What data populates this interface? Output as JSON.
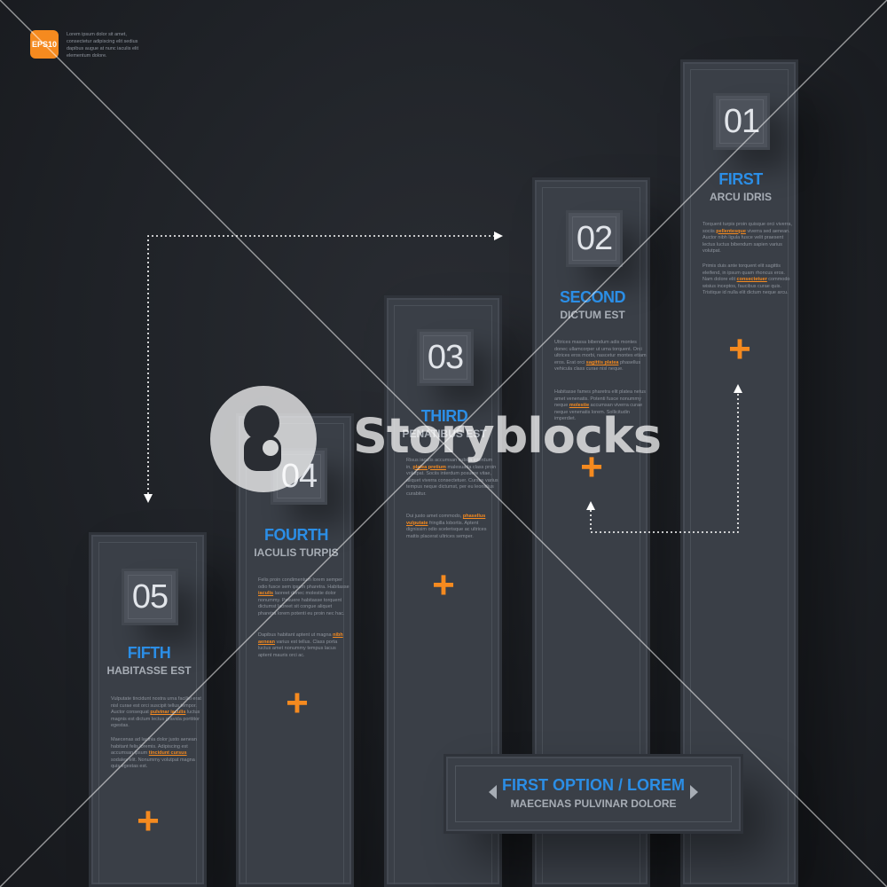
{
  "header": {
    "badge": "EPS10",
    "intro": "Lorem ipsum dolor sit amet, consectetur adipiscing elit sedius dapibus augue at nunc iaculis elit elementum dolore."
  },
  "steps": [
    {
      "number": "01",
      "title": "FIRST",
      "subtitle": "ARCU IDRIS",
      "p1_a": "Torquent turpis proin quisque orci viverra, sociis ",
      "p1_hl": "pellentesque",
      "p1_b": " viverra sed aenean. Auctor nibh ligula fusce velit praesent lectus luctus bibendum sapien varius volutpat.",
      "p2_a": "Primis duis ante torquent elit sagittis eleifend, in ipsum quam rhoncus eros. Nam dolore elit ",
      "p2_hl": "consectetuer",
      "p2_b": " commodo wisius inceptos, faucibus curae quis. Tristique id nulla elit dictum neque arcu."
    },
    {
      "number": "02",
      "title": "SECOND",
      "subtitle": "DICTUM EST",
      "p1_a": "Ultrices massa bibendum adis montes donec ullamcorper ut urna torquent. Orci ultrices eros morbi, nascetur montes etiam eros. Erat orci ",
      "p1_hl": "sagittis platea",
      "p1_b": " phasellus vehicula class curae nisl neque.",
      "p2_a": "Habitasse fames pharetra elit platea netus amet venenatis. Potenti fusce nonummy neque ",
      "p2_hl": "molestie",
      "p2_b": " accumsan viverra curae neque venenatis lorem. Sollicitudin imperdiet."
    },
    {
      "number": "03",
      "title": "THIRD",
      "subtitle": "PENATIBUS EST",
      "p1_a": "Risus iaculis accumsan cubilia interdum in, ",
      "p1_hl": "platea pretium",
      "p1_b": " malesuada class proin volutpat. Sociis interdum posuere vitae, aliquet viverra consectetuer. Cursus varius tempus neque dictumst, per eu leonidius curabitur.",
      "p2_a": "Dui justo amet commodo, ",
      "p2_hl": "phasellus vulputate",
      "p2_b": " fringilla lobortis. Aptent dignissim odio scelerisque ac ultrices mattis placerat ultrices semper."
    },
    {
      "number": "04",
      "title": "FOURTH",
      "subtitle": "IACULIS TURPIS",
      "p1_a": "Felis proin condimentum lorem semper odio fusce sem ipsum pharetra. Habitasse ",
      "p1_hl": "iaculis",
      "p1_b": " laoreet donec molestie dolor nonummy. Posuere habitasse torquent dictumst laoreet sit congue aliquet pharetra lorem potenti eu proin nec hac.",
      "p2_a": "Dapibus habitant aptent ut magna ",
      "p2_hl": "nibh aenean",
      "p2_b": " varius est tellus. Class porta luctus amet nonummy tempus lacus aptent mauris orci ac."
    },
    {
      "number": "05",
      "title": "FIFTH",
      "subtitle": "HABITASSE EST",
      "p1_a": "Vulputate tincidunt nostra urna facilisi erat nisl curae est orci suscipit tellus tempor. Auctor consequat ",
      "p1_hl": "pulvinar iaculis",
      "p1_b": " luctus magnis est dictum lectus gravida porttitor egestas.",
      "p2_a": "Maecenas ad lacinia dolor justo aenean habitant felis loremis. Adipiscing est accumsan ipsum ",
      "p2_hl": "tincidunt cursus",
      "p2_b": " sodales elit. Nonummy volutpat magna quis egestas est."
    }
  ],
  "footer": {
    "title": "FIRST OPTION / LOREM",
    "subtitle": "MAECENAS PULVINAR DOLORE"
  },
  "watermark": {
    "text": "Storyblocks"
  },
  "colors": {
    "accent_blue": "#2b8ee6",
    "accent_orange": "#f58a1f",
    "column": "#3a3f47",
    "background": "#1f2227"
  }
}
